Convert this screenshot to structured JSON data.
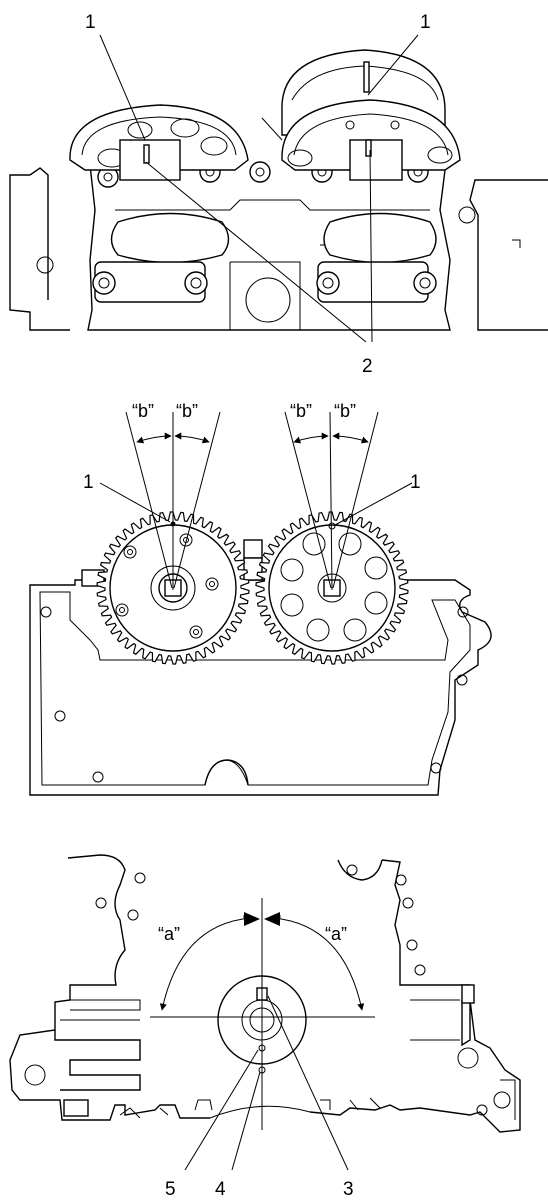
{
  "top_view": {
    "callouts": [
      "1",
      "1",
      "2"
    ]
  },
  "middle_view": {
    "angle_labels": [
      "“b”",
      "“b”",
      "“b”",
      "“b”"
    ],
    "callouts": [
      "1",
      "1"
    ]
  },
  "bottom_view": {
    "angle_labels": [
      "“a”",
      "“a”"
    ],
    "callouts": [
      "5",
      "4",
      "3"
    ]
  }
}
